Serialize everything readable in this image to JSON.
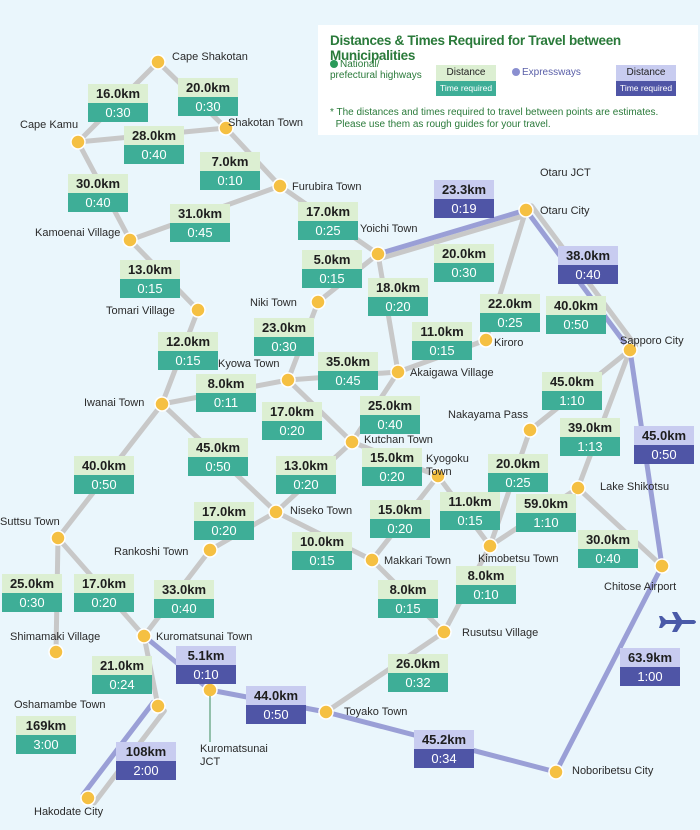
{
  "legend": {
    "title": "Distances & Times Required for Travel between Municipalities",
    "national_line1": "National/",
    "national_line2": "prefectural highways",
    "expressways": "Expressways",
    "distance": "Distance",
    "time_required": "Time required",
    "note_line1": "* The distances and times required to travel between points are estimates.",
    "note_line2": "Please use them as rough guides for your travel."
  },
  "colors": {
    "background": "#eaf6fc",
    "road": "#c8c8c8",
    "expressway": "#9a9fd6",
    "node": "#f5c042",
    "national_top": "#dcefd2",
    "national_bottom": "#3eae97",
    "express_top": "#c8ccf0",
    "express_bottom": "#4f55a6",
    "title": "#2a7a3a"
  },
  "places": [
    {
      "id": "cape_shakotan",
      "label": "Cape Shakotan"
    },
    {
      "id": "cape_kamu",
      "label": "Cape Kamu"
    },
    {
      "id": "shakotan",
      "label": "Shakotan Town"
    },
    {
      "id": "furubira",
      "label": "Furubira Town"
    },
    {
      "id": "kamoenai",
      "label": "Kamoenai Village"
    },
    {
      "id": "yoichi",
      "label": "Yoichi Town"
    },
    {
      "id": "otaru_jct",
      "label": "Otaru JCT"
    },
    {
      "id": "otaru",
      "label": "Otaru City"
    },
    {
      "id": "tomari",
      "label": "Tomari Village"
    },
    {
      "id": "niki",
      "label": "Niki Town"
    },
    {
      "id": "kiroro",
      "label": "Kiroro"
    },
    {
      "id": "sapporo",
      "label": "Sapporo City"
    },
    {
      "id": "kyowa",
      "label": "Kyowa Town"
    },
    {
      "id": "akaigawa",
      "label": "Akaigawa Village"
    },
    {
      "id": "iwanai",
      "label": "Iwanai Town"
    },
    {
      "id": "nakayama",
      "label": "Nakayama Pass"
    },
    {
      "id": "kutchan",
      "label": "Kutchan Town"
    },
    {
      "id": "kyogoku",
      "label": "Kyogoku Town"
    },
    {
      "id": "shikotsu",
      "label": "Lake Shikotsu"
    },
    {
      "id": "niseko",
      "label": "Niseko Town"
    },
    {
      "id": "suttsu",
      "label": "Suttsu Town"
    },
    {
      "id": "rankoshi",
      "label": "Rankoshi Town"
    },
    {
      "id": "makkari",
      "label": "Makkari Town"
    },
    {
      "id": "kimobetsu",
      "label": "Kimobetsu Town"
    },
    {
      "id": "chitose",
      "label": "Chitose Airport"
    },
    {
      "id": "kuromatsunai",
      "label": "Kuromatsunai Town"
    },
    {
      "id": "shimamaki",
      "label": "Shimamaki Village"
    },
    {
      "id": "rusutsu",
      "label": "Rusutsu Village"
    },
    {
      "id": "oshamambe",
      "label": "Oshamambe Town"
    },
    {
      "id": "kuro_jct",
      "label": "Kuromatsunai JCT"
    },
    {
      "id": "toyako",
      "label": "Toyako Town"
    },
    {
      "id": "noboribetsu",
      "label": "Noboribetsu City"
    },
    {
      "id": "hakodate",
      "label": "Hakodate City"
    }
  ],
  "routes": [
    {
      "id": "cape_shakotan-shakotan",
      "from": "cape_shakotan",
      "to": "shakotan",
      "kind": "national",
      "distance": "20.0km",
      "time": "0:30"
    },
    {
      "id": "cape_shakotan-cape_kamu",
      "from": "cape_shakotan",
      "to": "cape_kamu",
      "kind": "national",
      "distance": "16.0km",
      "time": "0:30"
    },
    {
      "id": "cape_kamu-shakotan",
      "from": "cape_kamu",
      "to": "shakotan",
      "kind": "national",
      "distance": "28.0km",
      "time": "0:40"
    },
    {
      "id": "cape_kamu-kamoenai",
      "from": "cape_kamu",
      "to": "kamoenai",
      "kind": "national",
      "distance": "30.0km",
      "time": "0:40"
    },
    {
      "id": "shakotan-furubira",
      "from": "shakotan",
      "to": "furubira",
      "kind": "national",
      "distance": "7.0km",
      "time": "0:10"
    },
    {
      "id": "furubira-kamoenai",
      "from": "furubira",
      "to": "kamoenai",
      "kind": "national",
      "distance": "31.0km",
      "time": "0:45"
    },
    {
      "id": "furubira-yoichi",
      "from": "furubira",
      "to": "yoichi",
      "kind": "national",
      "distance": "17.0km",
      "time": "0:25"
    },
    {
      "id": "kamoenai-tomari",
      "from": "kamoenai",
      "to": "tomari",
      "kind": "national",
      "distance": "13.0km",
      "time": "0:15"
    },
    {
      "id": "yoichi-otaru-exp",
      "from": "yoichi",
      "to": "otaru",
      "kind": "express",
      "distance": "23.3km",
      "time": "0:19"
    },
    {
      "id": "yoichi-otaru-nat",
      "from": "yoichi",
      "to": "otaru",
      "kind": "national",
      "distance": "20.0km",
      "time": "0:30"
    },
    {
      "id": "yoichi-niki",
      "from": "yoichi",
      "to": "niki",
      "kind": "national",
      "distance": "5.0km",
      "time": "0:15"
    },
    {
      "id": "yoichi-akaigawa",
      "from": "yoichi",
      "to": "akaigawa",
      "kind": "national",
      "distance": "18.0km",
      "time": "0:20"
    },
    {
      "id": "otaru-kiroro",
      "from": "otaru",
      "to": "kiroro",
      "kind": "national",
      "distance": "22.0km",
      "time": "0:25"
    },
    {
      "id": "otaru-sapporo-exp",
      "from": "otaru",
      "to": "sapporo",
      "kind": "express",
      "distance": "38.0km",
      "time": "0:40"
    },
    {
      "id": "otaru-sapporo-nat",
      "from": "otaru",
      "to": "sapporo",
      "kind": "national",
      "distance": "40.0km",
      "time": "0:50"
    },
    {
      "id": "kiroro-akaigawa",
      "from": "kiroro",
      "to": "akaigawa",
      "kind": "national",
      "distance": "11.0km",
      "time": "0:15"
    },
    {
      "id": "niki-kyowa",
      "from": "niki",
      "to": "kyowa",
      "kind": "national",
      "distance": "23.0km",
      "time": "0:30"
    },
    {
      "id": "tomari-iwanai",
      "from": "tomari",
      "to": "iwanai",
      "kind": "national",
      "distance": "12.0km",
      "time": "0:15"
    },
    {
      "id": "kyowa-akaigawa",
      "from": "kyowa",
      "to": "akaigawa",
      "kind": "national",
      "distance": "35.0km",
      "time": "0:45"
    },
    {
      "id": "iwanai-kyowa",
      "from": "iwanai",
      "to": "kyowa",
      "kind": "national",
      "distance": "8.0km",
      "time": "0:11"
    },
    {
      "id": "kyowa-kutchan",
      "from": "kyowa",
      "to": "kutchan",
      "kind": "national",
      "distance": "17.0km",
      "time": "0:20"
    },
    {
      "id": "akaigawa-kutchan",
      "from": "akaigawa",
      "to": "kutchan",
      "kind": "national",
      "distance": "25.0km",
      "time": "0:40"
    },
    {
      "id": "sapporo-nakayama",
      "from": "sapporo",
      "to": "nakayama",
      "kind": "national",
      "distance": "45.0km",
      "time": "1:10"
    },
    {
      "id": "sapporo-shikotsu",
      "from": "sapporo",
      "to": "shikotsu",
      "kind": "national",
      "distance": "39.0km",
      "time": "1:13"
    },
    {
      "id": "sapporo-chitose-exp",
      "from": "sapporo",
      "to": "chitose",
      "kind": "express",
      "distance": "45.0km",
      "time": "0:50"
    },
    {
      "id": "iwanai-niseko",
      "from": "iwanai",
      "to": "niseko",
      "kind": "national",
      "distance": "45.0km",
      "time": "0:50"
    },
    {
      "id": "iwanai-suttsu",
      "from": "iwanai",
      "to": "suttsu",
      "kind": "national",
      "distance": "40.0km",
      "time": "0:50"
    },
    {
      "id": "kutchan-niseko",
      "from": "kutchan",
      "to": "niseko",
      "kind": "national",
      "distance": "13.0km",
      "time": "0:20"
    },
    {
      "id": "kutchan-kyogoku",
      "from": "kutchan",
      "to": "kyogoku",
      "kind": "national",
      "distance": "15.0km",
      "time": "0:20"
    },
    {
      "id": "nakayama-kimobetsu",
      "from": "nakayama",
      "to": "kimobetsu",
      "kind": "national",
      "distance": "20.0km",
      "time": "0:25"
    },
    {
      "id": "kyogoku-kimobetsu",
      "from": "kyogoku",
      "to": "kimobetsu",
      "kind": "national",
      "distance": "11.0km",
      "time": "0:15"
    },
    {
      "id": "kyogoku-makkari",
      "from": "kyogoku",
      "to": "makkari",
      "kind": "national",
      "distance": "15.0km",
      "time": "0:20"
    },
    {
      "id": "kimobetsu-shikotsu",
      "from": "kimobetsu",
      "to": "shikotsu",
      "kind": "national",
      "distance": "59.0km",
      "time": "1:10"
    },
    {
      "id": "shikotsu-chitose",
      "from": "shikotsu",
      "to": "chitose",
      "kind": "national",
      "distance": "30.0km",
      "time": "0:40"
    },
    {
      "id": "niseko-rankoshi",
      "from": "niseko",
      "to": "rankoshi",
      "kind": "national",
      "distance": "17.0km",
      "time": "0:20"
    },
    {
      "id": "niseko-makkari",
      "from": "niseko",
      "to": "makkari",
      "kind": "national",
      "distance": "10.0km",
      "time": "0:15"
    },
    {
      "id": "makkari-rusutsu",
      "from": "makkari",
      "to": "rusutsu",
      "kind": "national",
      "distance": "8.0km",
      "time": "0:15"
    },
    {
      "id": "kimobetsu-rusutsu",
      "from": "kimobetsu",
      "to": "rusutsu",
      "kind": "national",
      "distance": "8.0km",
      "time": "0:10"
    },
    {
      "id": "suttsu-shimamaki",
      "from": "suttsu",
      "to": "shimamaki",
      "kind": "national",
      "distance": "25.0km",
      "time": "0:30"
    },
    {
      "id": "suttsu-kuromatsunai",
      "from": "suttsu",
      "to": "kuromatsunai",
      "kind": "national",
      "distance": "17.0km",
      "time": "0:20"
    },
    {
      "id": "rankoshi-kuromatsunai",
      "from": "rankoshi",
      "to": "kuromatsunai",
      "kind": "national",
      "distance": "33.0km",
      "time": "0:40"
    },
    {
      "id": "kuromatsunai-kurojct",
      "from": "kuromatsunai",
      "to": "kuro_jct",
      "kind": "express",
      "distance": "5.1km",
      "time": "0:10"
    },
    {
      "id": "kuromatsunai-oshamambe",
      "from": "kuromatsunai",
      "to": "oshamambe",
      "kind": "national",
      "distance": "21.0km",
      "time": "0:24"
    },
    {
      "id": "rusutsu-toyako",
      "from": "rusutsu",
      "to": "toyako",
      "kind": "national",
      "distance": "26.0km",
      "time": "0:32"
    },
    {
      "id": "kurojct-toyako",
      "from": "kuro_jct",
      "to": "toyako",
      "kind": "express",
      "distance": "44.0km",
      "time": "0:50"
    },
    {
      "id": "toyako-noboribetsu",
      "from": "toyako",
      "to": "noboribetsu",
      "kind": "express",
      "distance": "45.2km",
      "time": "0:34"
    },
    {
      "id": "noboribetsu-chitose",
      "from": "noboribetsu",
      "to": "chitose",
      "kind": "express",
      "distance": "63.9km",
      "time": "1:00"
    },
    {
      "id": "oshamambe-hakodate-nat",
      "from": "oshamambe",
      "to": "hakodate",
      "kind": "national",
      "distance": "169km",
      "time": "3:00"
    },
    {
      "id": "oshamambe-hakodate-exp",
      "from": "oshamambe",
      "to": "hakodate",
      "kind": "express",
      "distance": "108km",
      "time": "2:00"
    }
  ]
}
